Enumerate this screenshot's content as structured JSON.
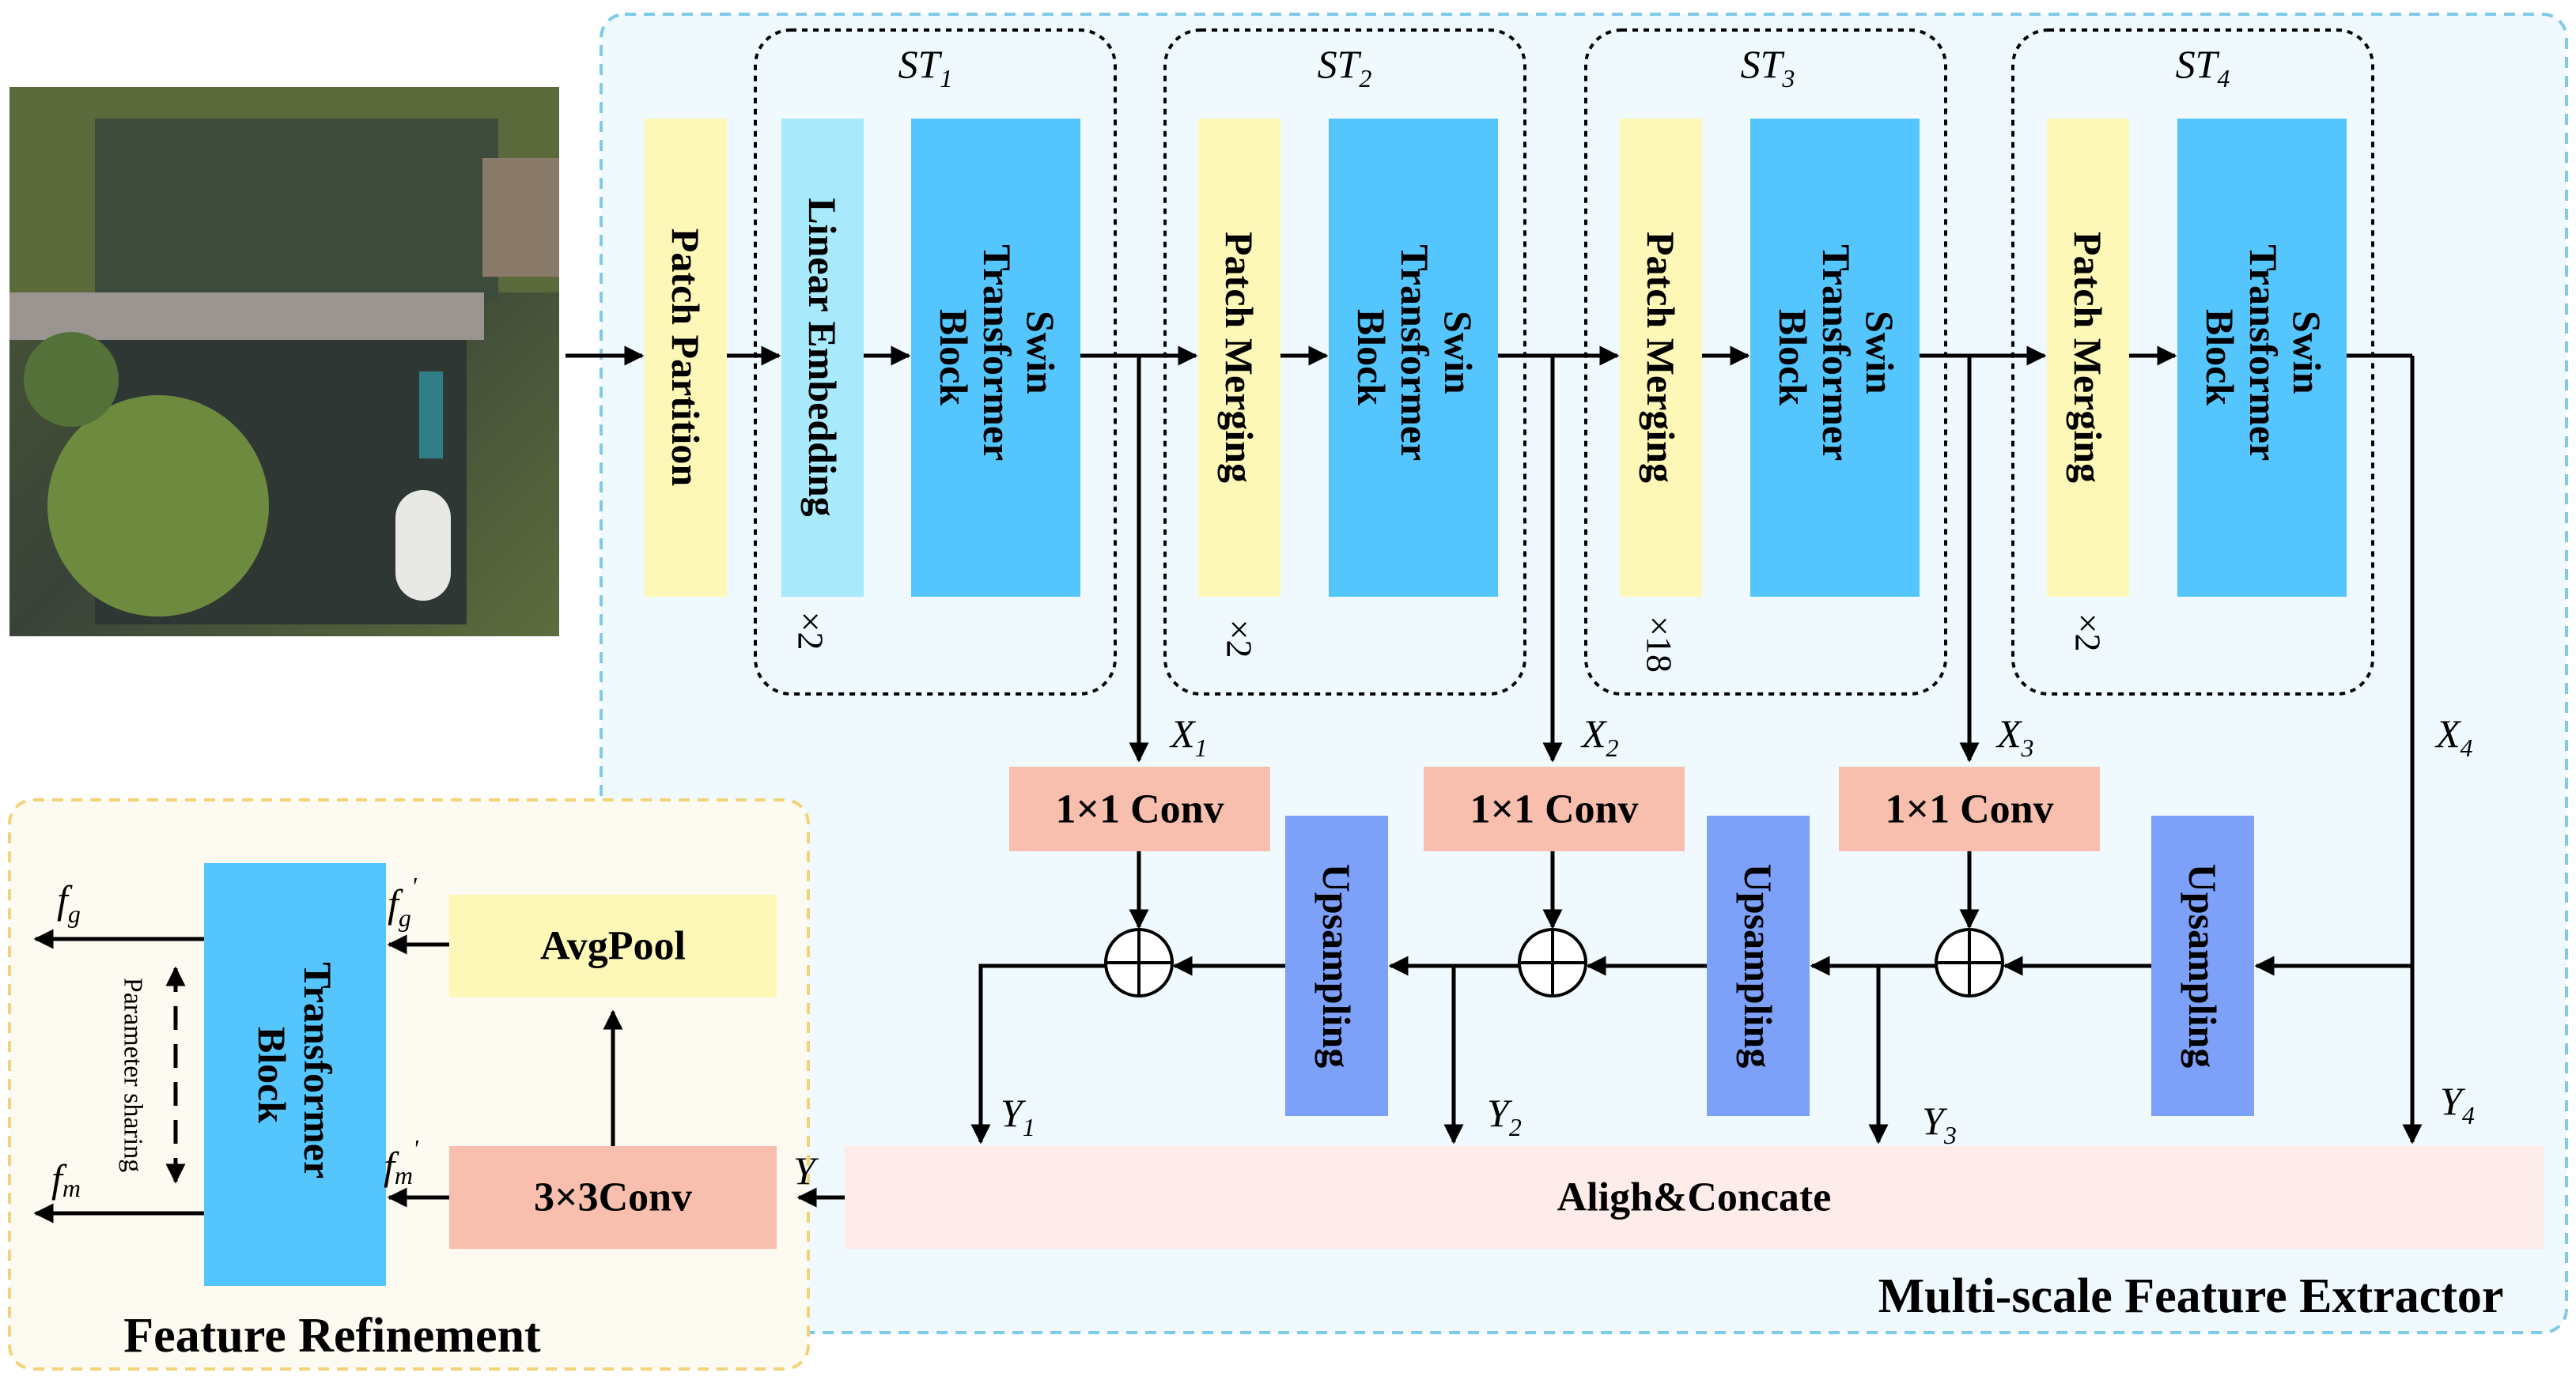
{
  "extractor": {
    "title": "Multi-scale Feature Extractor",
    "patch_partition": "Patch Partition",
    "stages": [
      {
        "label": "ST",
        "sub": "1",
        "first": "Linear Embedding",
        "block": [
          "Swin",
          "Transformer",
          "Block"
        ],
        "repeat": "×2"
      },
      {
        "label": "ST",
        "sub": "2",
        "first": "Patch Merging",
        "block": [
          "Swin",
          "Transformer",
          "Block"
        ],
        "repeat": "×2"
      },
      {
        "label": "ST",
        "sub": "3",
        "first": "Patch Merging",
        "block": [
          "Swin",
          "Transformer",
          "Block"
        ],
        "repeat": "×18"
      },
      {
        "label": "ST",
        "sub": "4",
        "first": "Patch Merging",
        "block": [
          "Swin",
          "Transformer",
          "Block"
        ],
        "repeat": "×2"
      }
    ],
    "conv1x1": "1×1 Conv",
    "upsampling": "Upsampling",
    "x_labels": [
      {
        "main": "X",
        "sub": "1"
      },
      {
        "main": "X",
        "sub": "2"
      },
      {
        "main": "X",
        "sub": "3"
      },
      {
        "main": "X",
        "sub": "4"
      }
    ],
    "y_labels": [
      {
        "main": "Y",
        "sub": "1"
      },
      {
        "main": "Y",
        "sub": "2"
      },
      {
        "main": "Y",
        "sub": "3"
      },
      {
        "main": "Y",
        "sub": "4"
      }
    ],
    "concat": "Aligh&Concate",
    "y_out": "Y"
  },
  "refinement": {
    "title": "Feature Refinement",
    "avgpool": "AvgPool",
    "conv3x3": "3×3Conv",
    "transformer": [
      "Transformer",
      "Block"
    ],
    "param_sharing": "Parameter sharing",
    "fg": {
      "main": "f",
      "sub": "g"
    },
    "fg_prime": {
      "main": "f",
      "sub": "g",
      "sup": "'"
    },
    "fm": {
      "main": "f",
      "sub": "m"
    },
    "fm_prime": {
      "main": "f",
      "sub": "m",
      "sup": "'"
    }
  },
  "colors": {
    "yellow": "#FDF8B8",
    "cyan": "#A8E9FB",
    "blue": "#55C6FD",
    "salmon": "#F8BFAE",
    "periwinkle": "#7DA0F8",
    "concat_bg": "#FDECEA",
    "extractor_bg": "#F0F9FD",
    "refine_bg": "#FDFAF1"
  }
}
